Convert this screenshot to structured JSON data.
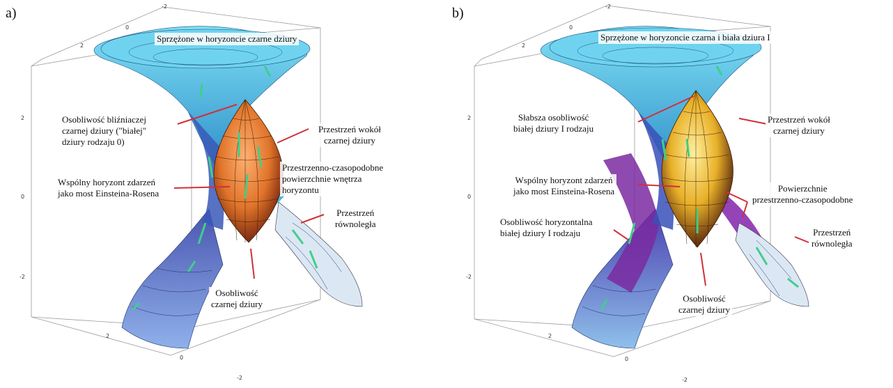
{
  "panels": [
    {
      "letter": "a)",
      "labels": {
        "top": "Sprzężone w horyzoncie czarne dziury",
        "twin_singularity": [
          "Osobliwość bliźniaczej",
          "czarnej dziury (\"białej\"",
          "dziury rodzaju 0)"
        ],
        "horizon": [
          "Wspólny horyzont zdarzeń",
          "jako most Einsteina-Rosena"
        ],
        "space_around": [
          "Przestrzeń wokół",
          "czarnej dziury"
        ],
        "spacetime_surfaces": [
          "Przestrzenno-czasopodobne",
          "powierzchnie wnętrza",
          "horyzontu"
        ],
        "parallel_space": [
          "Przestrzeń",
          "równoległa"
        ],
        "bh_singularity": [
          "Osobliwość",
          "czarnej dziury"
        ]
      },
      "core_color": "#e0742a"
    },
    {
      "letter": "b)",
      "labels": {
        "top": "Sprzężone w horyzoncie czarna i biała dziura I",
        "weaker_singularity": [
          "Słabsza osobliwość",
          "białej dziury I rodzaju"
        ],
        "horizon": [
          "Wspólny horyzont zdarzeń",
          "jako most Einsteina-Rosena"
        ],
        "space_around": [
          "Przestrzeń wokół",
          "czarnej dziury"
        ],
        "spacetime_surfaces": [
          "Powierzchnie",
          "przestrzenno-czasopodobne"
        ],
        "horizontal_singularity": [
          "Osobliwość horyzontalna",
          "białej dziury I rodzaju"
        ],
        "parallel_space": [
          "Przestrzeń",
          "równoległa"
        ],
        "bh_singularity": [
          "Osobliwość",
          "czarnej dziury"
        ]
      },
      "core_color": "#e8b028"
    }
  ],
  "ticks": {
    "left_axis": [
      "2",
      "0",
      "-2"
    ],
    "top_axis": [
      "-2",
      "0",
      "2"
    ],
    "bottom_axis": [
      "2",
      "0",
      "-2"
    ]
  },
  "colors": {
    "surface_top": "#55c3e6",
    "surface_bottom": "#5a6fc2",
    "surface_purple": "#7a2aa0",
    "leader": "#d0303a",
    "arrow": "#3fcf8a"
  }
}
